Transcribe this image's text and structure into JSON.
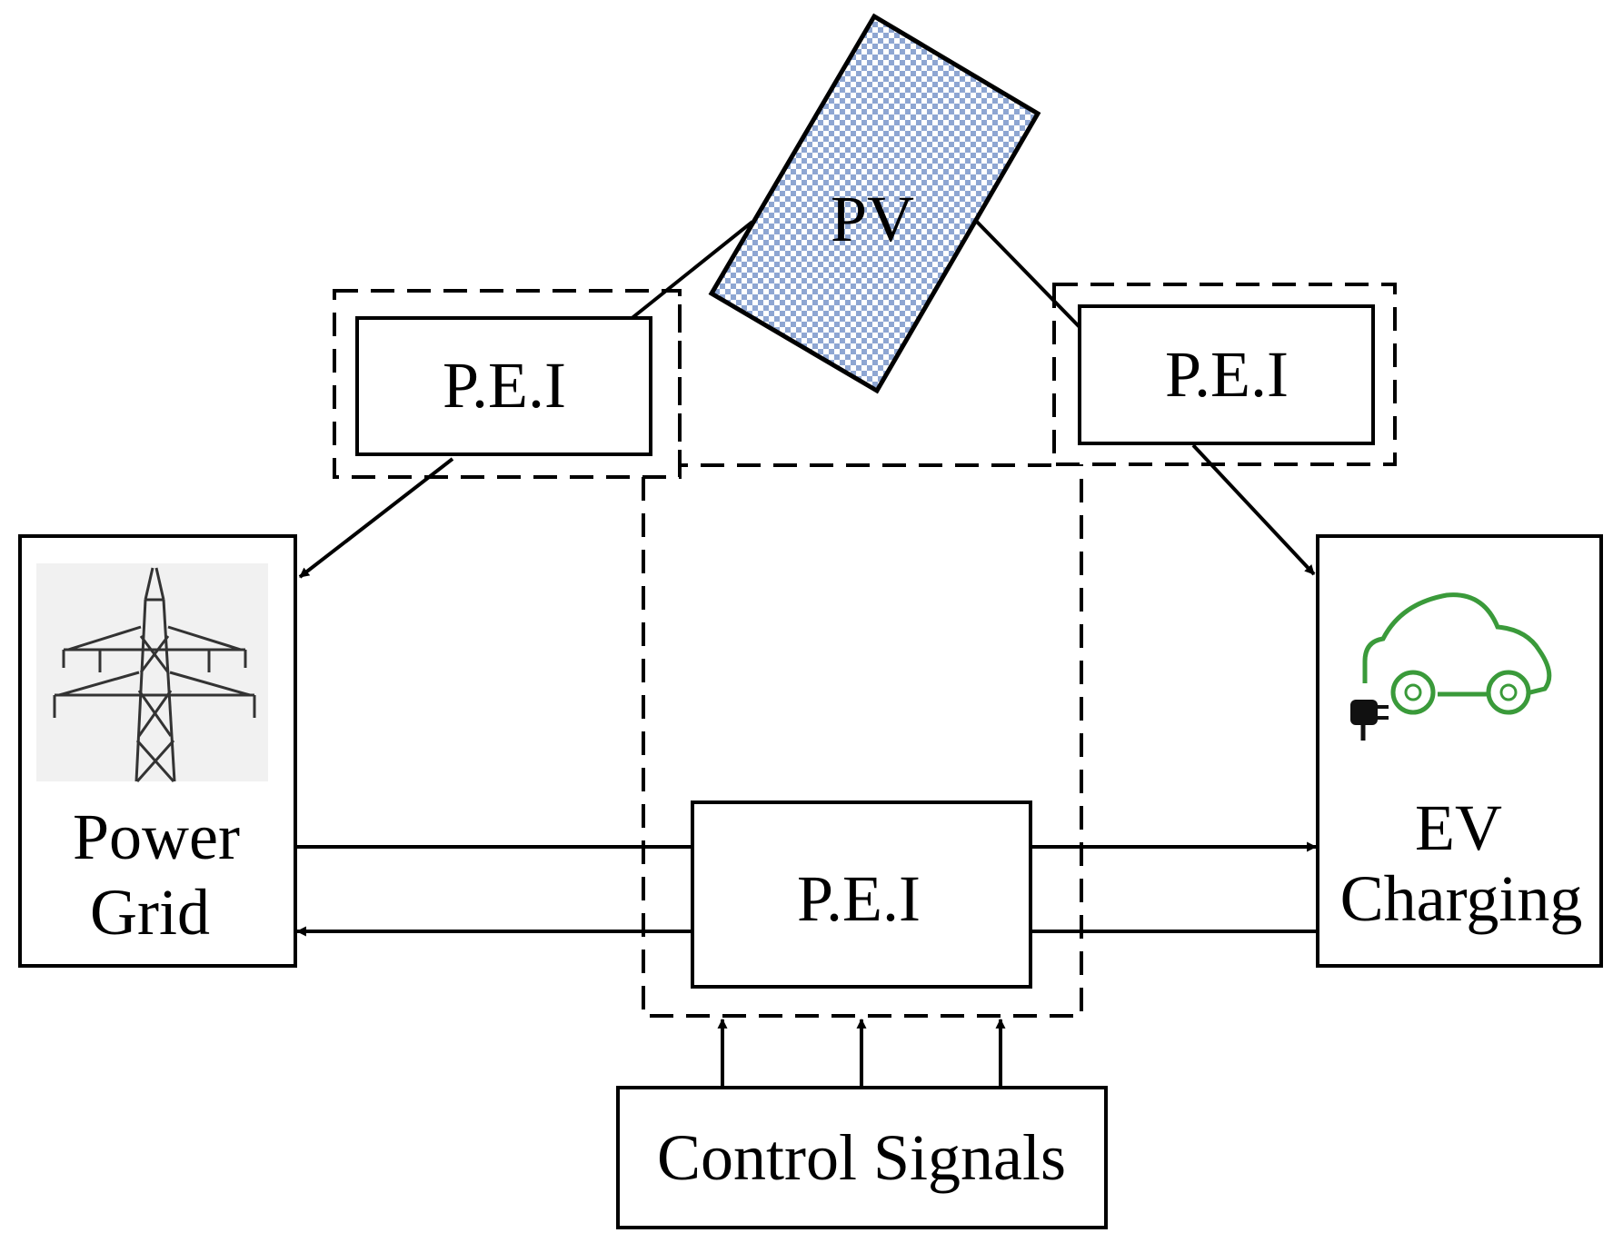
{
  "nodes": {
    "pv": {
      "label": "PV",
      "color": "#8ea6d2"
    },
    "pei_left": {
      "label": "P.E.I"
    },
    "pei_right": {
      "label": "P.E.I"
    },
    "pei_center": {
      "label": "P.E.I"
    },
    "power_grid": {
      "line1": "Power",
      "line2": "Grid",
      "icon": "transmission-tower-icon"
    },
    "ev_charging": {
      "line1": "EV",
      "line2": "Charging",
      "icon": "electric-car-icon",
      "color": "#3a9a3a"
    },
    "control_signals": {
      "label": "Control Signals"
    }
  }
}
